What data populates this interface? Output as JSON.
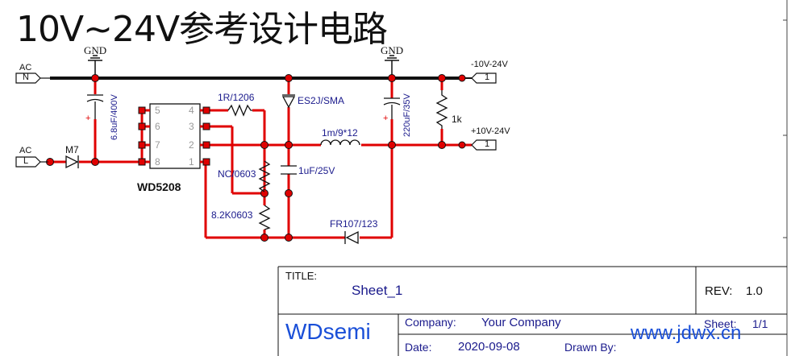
{
  "title": "10V~24V参考设计电路",
  "gnd_labels": [
    "GND",
    "GND"
  ],
  "ports": {
    "ac_n": {
      "label": "AC",
      "name": "N"
    },
    "ac_l": {
      "label": "AC",
      "name": "L"
    },
    "out_neg": {
      "label": "-10V-24V",
      "name": "1"
    },
    "out_pos": {
      "label": "+10V-24V",
      "name": "1"
    }
  },
  "components": {
    "c_input": "6.8uF/400V",
    "d_m7": "M7",
    "chip": "WD5208",
    "r_1r": "1R/1206",
    "d_es2j": "ES2J/SMA",
    "c_220": "220uF/35V",
    "r_1k": "1k",
    "l_1m": "1m/9*12",
    "r_nc": "NC/0603",
    "c_1u": "1uF/25V",
    "r_8k2": "8.2K0603",
    "d_fr107": "FR107/123"
  },
  "chip_pins": [
    "5",
    "6",
    "7",
    "8",
    "4",
    "3",
    "2",
    "1"
  ],
  "title_block": {
    "title_caption": "TITLE:",
    "sheet_name": "Sheet_1",
    "rev_caption": "REV:",
    "rev_value": "1.0",
    "brand": "WDsemi",
    "company_caption": "Company:",
    "company_value": "Your Company",
    "sheet_caption": "Sheet:",
    "sheet_value": "1/1",
    "date_caption": "Date:",
    "date_value": "2020-09-08",
    "drawn_caption": "Drawn By:"
  },
  "watermark": "www.jdwx.cn",
  "colors": {
    "wire": "#e00000",
    "ground_rail": "#111111",
    "label": "#1a1a8c",
    "watermark": "#1a4fd8"
  }
}
